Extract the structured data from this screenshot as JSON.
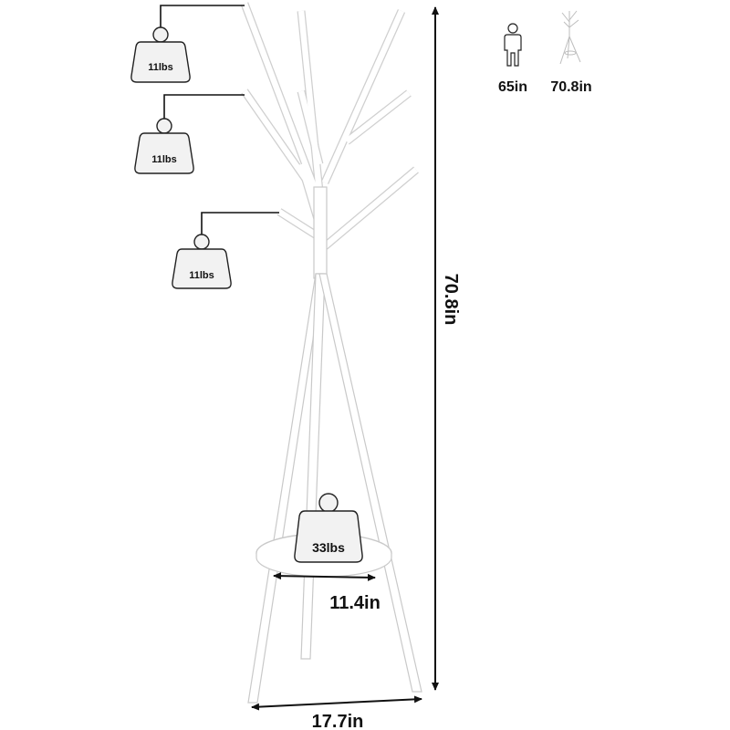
{
  "weights": {
    "hook_1": "11lbs",
    "hook_2": "11lbs",
    "hook_3": "11lbs",
    "shelf": "33lbs"
  },
  "dimensions": {
    "height": "70.8in",
    "base_width": "17.7in",
    "shelf_diameter": "11.4in"
  },
  "scale_comparison": {
    "person_height": "65in",
    "rack_height": "70.8in",
    "person_icon": "person-icon",
    "rack_icon": "coat-rack-icon"
  },
  "colors": {
    "rack": "#ffffff",
    "rack_outline": "#c9c9c9",
    "lines": "#111111",
    "weight_fill": "#f2f2f2"
  }
}
